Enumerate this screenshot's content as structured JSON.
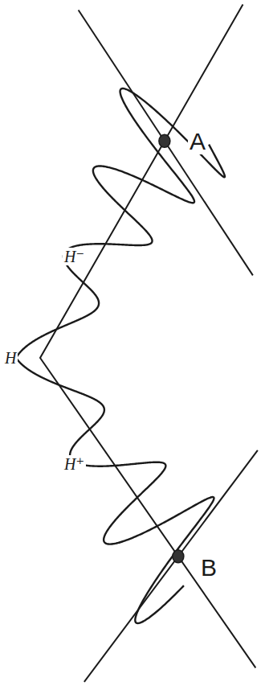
{
  "diagram": {
    "labels": [
      "A",
      "H⁻",
      "H",
      "H⁺",
      "B"
    ]
  }
}
